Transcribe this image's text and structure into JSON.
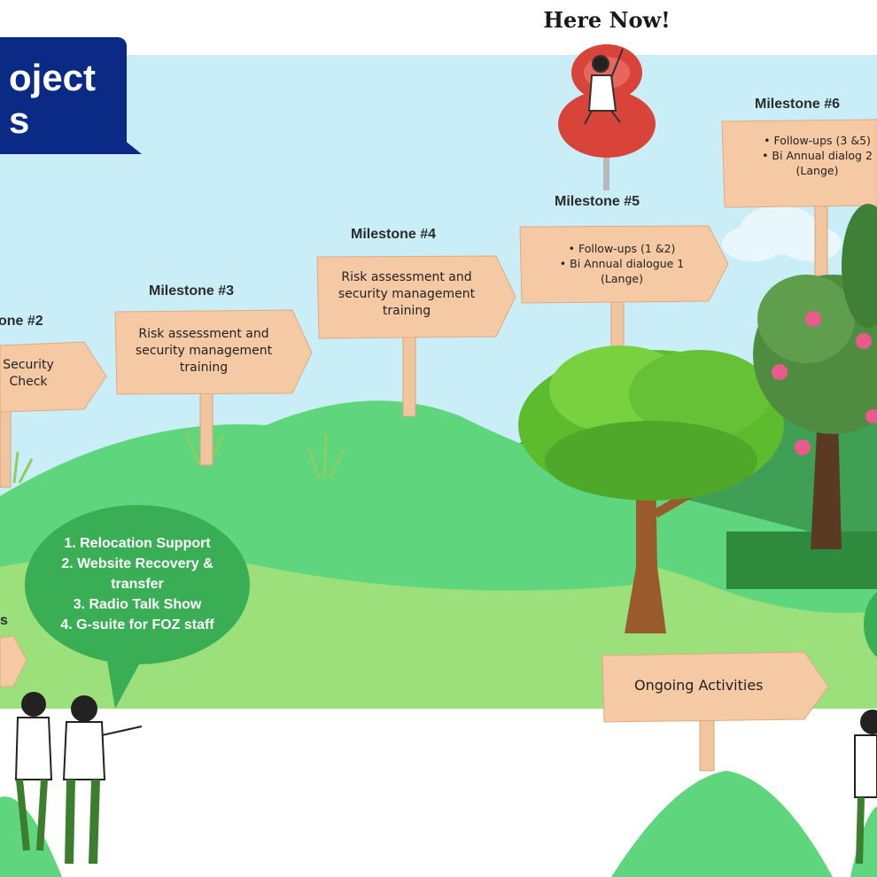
{
  "header": {
    "title_line1": "oject",
    "title_line2": "s",
    "here_label": "Here Now!"
  },
  "milestones": [
    {
      "label": "one #2",
      "text_lines": [
        "Security",
        "Check"
      ]
    },
    {
      "label": "Milestone #3",
      "text_lines": [
        "Risk assessment and",
        "security management",
        "training"
      ]
    },
    {
      "label": "Milestone #4",
      "text_lines": [
        "Risk assessment and",
        "security management",
        "training"
      ]
    },
    {
      "label": "Milestone #5",
      "bullets": [
        "Follow-ups (1 &2)",
        "Bi Annual dialogue 1 (Lange)"
      ]
    },
    {
      "label": "Milestone #6",
      "bullets": [
        "Follow-ups (3 &5)",
        "Bi Annual dialog 2 (Lange)"
      ]
    }
  ],
  "bubble": {
    "items": [
      "1.  Relocation Support",
      "2. Website Recovery &",
      "transfer",
      "3.    Radio Talk Show",
      "4. G-suite for FOZ staff"
    ]
  },
  "left_partial_label": "s",
  "ongoing_label": "Ongoing Activities",
  "colors": {
    "sky": "#c9eef7",
    "hill_light": "#9be07a",
    "hill_mid": "#5fd67e",
    "hill_dark": "#3fae55",
    "sign_wood": "#f5c9a3",
    "title_bg": "#0b2a86",
    "bubble_green": "#3aae55",
    "pin_red": "#d9443a"
  },
  "icons": [
    "map-pin-icon",
    "person-icon",
    "tree-icon",
    "flower-icon",
    "cloud-icon",
    "grass-icon"
  ]
}
